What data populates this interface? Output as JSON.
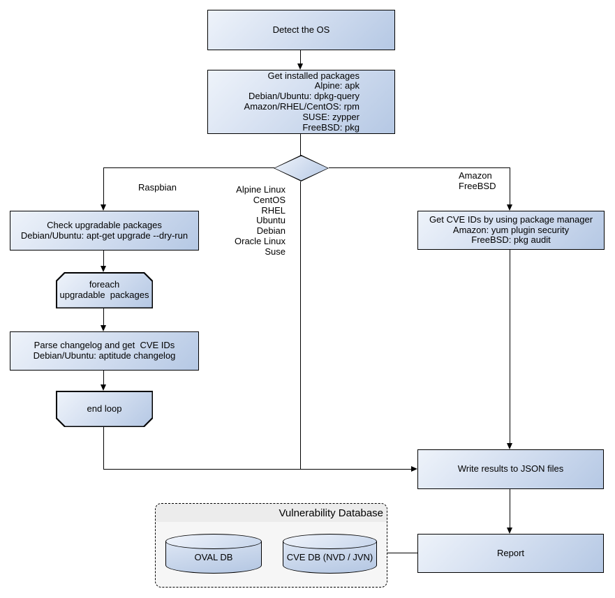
{
  "nodes": {
    "detect_os": {
      "label": "Detect the OS"
    },
    "get_installed_packages": {
      "label": "Get installed packages\nAlpine: apk\nDebian/Ubuntu: dpkg-query\nAmazon/RHEL/CentOS: rpm\nSUSE: zypper\nFreeBSD: pkg"
    },
    "check_upgradable": {
      "label": "Check upgradable packages\nDebian/Ubuntu: apt-get upgrade --dry-run"
    },
    "foreach_loop_start": {
      "label": "foreach\nupgradable  packages"
    },
    "parse_changelog": {
      "label": "Parse changelog and get  CVE IDs\nDebian/Ubuntu: aptitude changelog"
    },
    "end_loop": {
      "label": "end loop"
    },
    "get_cve_ids_pkg_manager": {
      "label": "Get CVE IDs by using package manager\nAmazon: yum plugin security\nFreeBSD: pkg audit"
    },
    "write_results": {
      "label": "Write results to JSON files"
    },
    "report": {
      "label": "Report"
    }
  },
  "edge_labels": {
    "left_branch": "Raspbian",
    "middle_branch": "Alpine Linux\nCentOS\nRHEL\nUbuntu\nDebian\nOracle Linux\nSuse",
    "right_branch": "Amazon\nFreeBSD"
  },
  "vulnerability_database": {
    "title": "Vulnerability Database",
    "databases": [
      {
        "label": "OVAL DB"
      },
      {
        "label": "CVE DB (NVD / JVN)"
      }
    ]
  },
  "colors": {
    "node_fill_light": "#eef3fa",
    "node_fill_dark": "#b5c8e4",
    "stroke": "#000000",
    "db_container_fill": "#f6f6f6",
    "db_container_header": "#ececec"
  }
}
